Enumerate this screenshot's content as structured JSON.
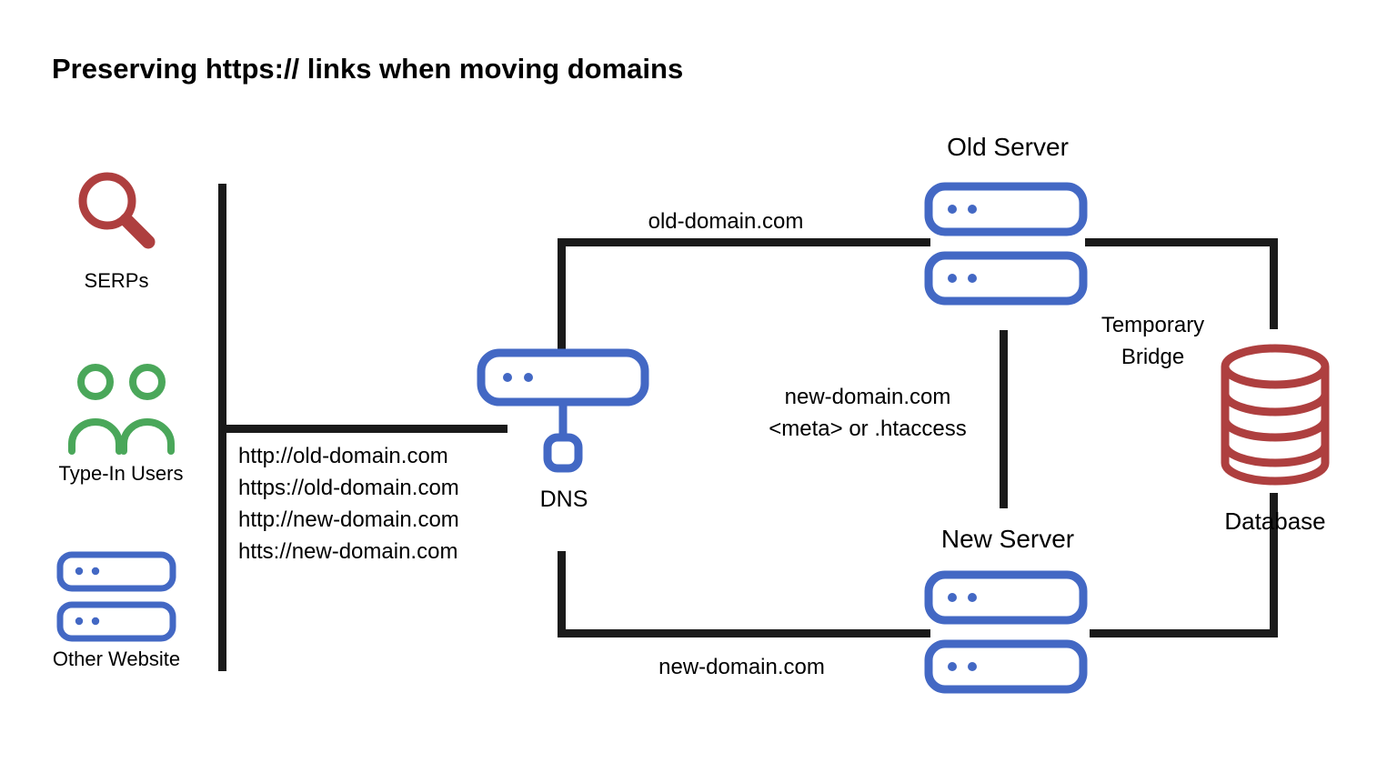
{
  "title": "Preserving https:// links when moving domains",
  "colors": {
    "red": "#ae3f3f",
    "green": "#4aa75a",
    "blue": "#4368c4",
    "line": "#1a1a1a",
    "text": "#000000"
  },
  "sources": {
    "serps_label": "SERPs",
    "typein_label": "Type-In Users",
    "other_label": "Other Website"
  },
  "dns": {
    "label": "DNS",
    "requests": [
      "http://old-domain.com",
      "https://old-domain.com",
      "http://new-domain.com",
      "htts://new-domain.com"
    ]
  },
  "servers": {
    "old_label": "Old Server",
    "new_label": "New Server"
  },
  "database": {
    "label": "Database"
  },
  "connections": {
    "dns_to_old": "old-domain.com",
    "dns_to_new": "new-domain.com",
    "old_to_new": {
      "line1": "new-domain.com",
      "line2": "<meta> or .htaccess"
    },
    "bridge": {
      "line1": "Temporary",
      "line2": "Bridge"
    }
  }
}
